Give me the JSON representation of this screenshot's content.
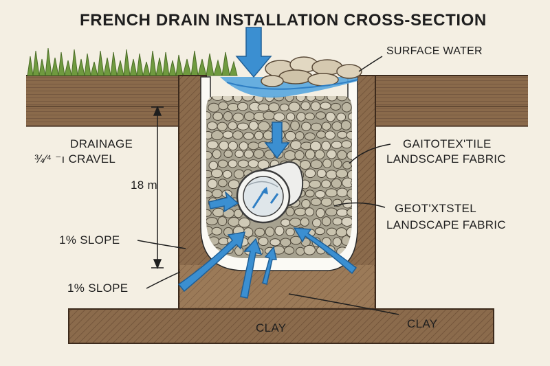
{
  "title": "FRENCH DRAIN INSTALLATION CROSS-SECTION",
  "labels": {
    "surface_water": "SURFACE WATER",
    "drainage_line1": "DRAINAGE",
    "drainage_line2": "¾⁄⁴ ⁻ı CRAVEL",
    "fabric_top_line1": "GAITOTEX'TILE",
    "fabric_top_line2": "LANDSCAPE FABRIC",
    "fabric_mid_line1": "GEOT'XTSTEL",
    "fabric_mid_line2": "LANDSCAPE FABRIC",
    "depth": "18 m",
    "slope_upper": "1% SLOPE",
    "slope_lower": "1% SLOPE",
    "clay_left": "CLAY",
    "clay_right": "CLAY"
  },
  "icons": [
    "water-arrow-icon",
    "grass-icon",
    "pipe-icon"
  ],
  "colors": {
    "background": "#f4efe3",
    "soil": "#8b6b4c",
    "soil_dark": "#6e5037",
    "topsoil": "#7a5a3d",
    "gravel": "#b9b4a2",
    "fabric": "#fbfaf5",
    "water": "#3b8fd1",
    "grass": "#6f9a3f",
    "ink": "#1e1e1e"
  }
}
